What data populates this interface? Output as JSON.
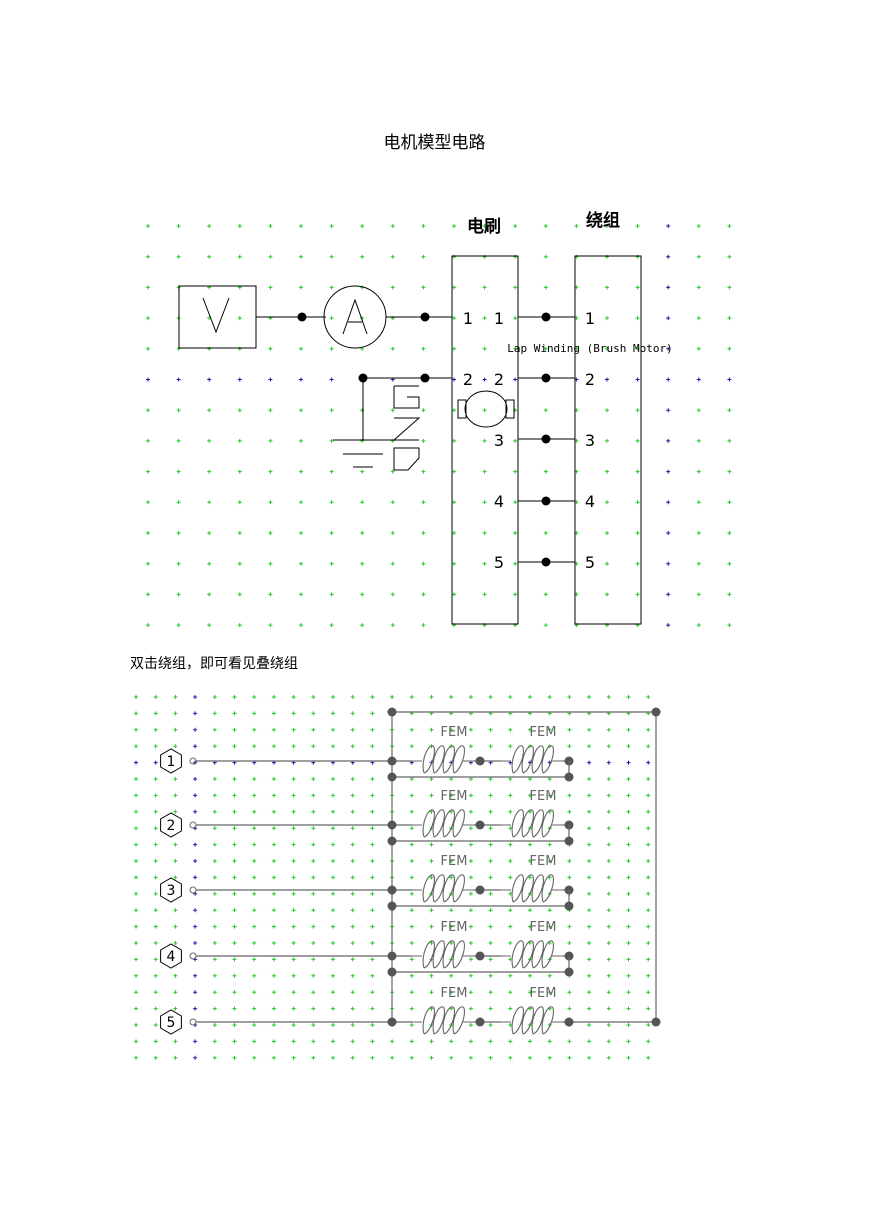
{
  "document": {
    "title": "电机模型电路",
    "caption": "双击绕组，即可看见叠绕组"
  },
  "colors": {
    "grid_primary": "#22cc22",
    "grid_secondary": "#1a1aaa",
    "wire": "#000000",
    "wire_gray": "#666666",
    "node": "#000000",
    "node_gray": "#555555"
  },
  "schematic_top": {
    "brush_label": "电刷",
    "winding_label": "绕组",
    "voltmeter_symbol": "V",
    "ammeter_symbol": "A",
    "gnd_text": "GND",
    "motor_caption": "Lap Winding (Brush Motor)",
    "brush_external_pins": [
      "1",
      "2"
    ],
    "brush_internal_pins": [
      "1",
      "2",
      "3",
      "4",
      "5"
    ],
    "winding_pins": [
      "1",
      "2",
      "3",
      "4",
      "5"
    ]
  },
  "schematic_bottom": {
    "ports": [
      "1",
      "2",
      "3",
      "4",
      "5"
    ],
    "coil_label": "FEM"
  }
}
